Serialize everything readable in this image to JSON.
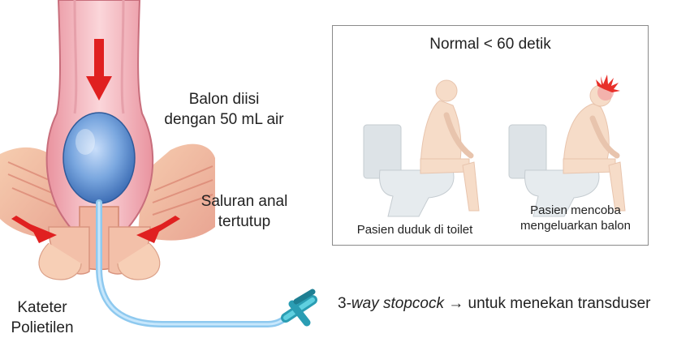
{
  "labels": {
    "balloon_line1": "Balon diisi",
    "balloon_line2": "dengan 50 mL air",
    "anal_line1": "Saluran anal",
    "anal_line2": "tertutup",
    "catheter_line1": "Kateter",
    "catheter_line2": "Polietilen",
    "stopcock_prefix": "3-",
    "stopcock_italic": "way stopcock",
    "stopcock_arrow": "→",
    "stopcock_suffix": " untuk menekan transduser"
  },
  "panel": {
    "title": "Normal < 60 detik",
    "left_caption": "Pasien duduk di toilet",
    "right_caption_line1": "Pasien mencoba",
    "right_caption_line2": "mengeluarkan balon"
  },
  "colors": {
    "arrow_red": "#e02020",
    "rectum_pink": "#f2b8bf",
    "balloon_blue": "#6f9fd8",
    "tube_blue": "#8ec9ef",
    "stopcock_teal": "#3fb6c9",
    "panel_border": "#8a8a8a",
    "figure_skin": "#f6dcc8",
    "toilet_gray": "#dde3e7",
    "strain_red": "#e8302a"
  }
}
